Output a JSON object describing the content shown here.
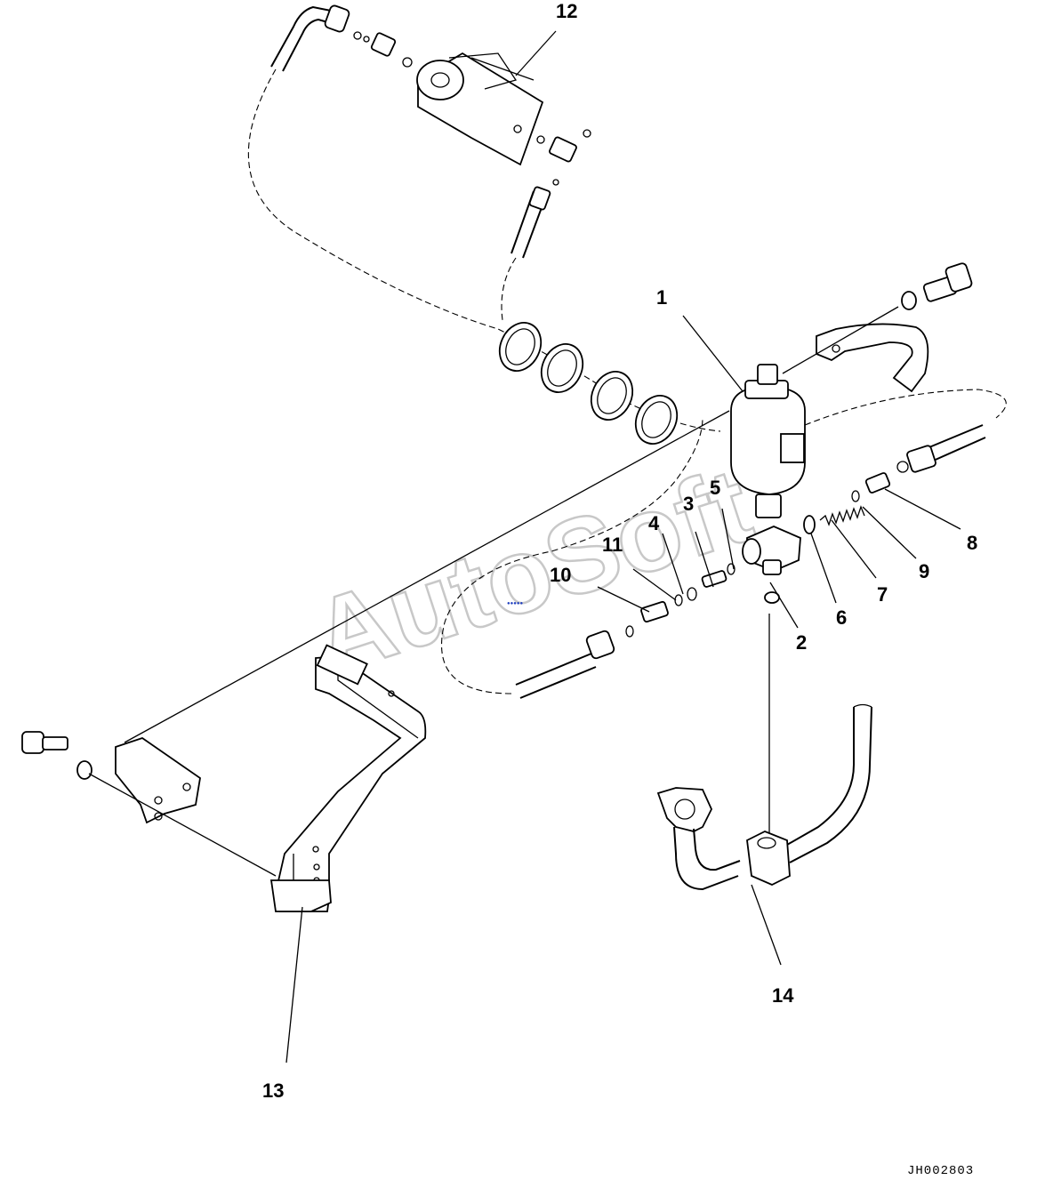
{
  "diagram": {
    "callouts": [
      {
        "id": "c1",
        "text": "1"
      },
      {
        "id": "c2",
        "text": "2"
      },
      {
        "id": "c3",
        "text": "3"
      },
      {
        "id": "c4",
        "text": "4"
      },
      {
        "id": "c5",
        "text": "5"
      },
      {
        "id": "c6",
        "text": "6"
      },
      {
        "id": "c7",
        "text": "7"
      },
      {
        "id": "c8",
        "text": "8"
      },
      {
        "id": "c9",
        "text": "9"
      },
      {
        "id": "c10",
        "text": "10"
      },
      {
        "id": "c11",
        "text": "11"
      },
      {
        "id": "c12",
        "text": "12"
      },
      {
        "id": "c13",
        "text": "13"
      },
      {
        "id": "c14",
        "text": "14"
      }
    ],
    "drawing_code": "JH002803",
    "watermark": "AutoSoft"
  }
}
